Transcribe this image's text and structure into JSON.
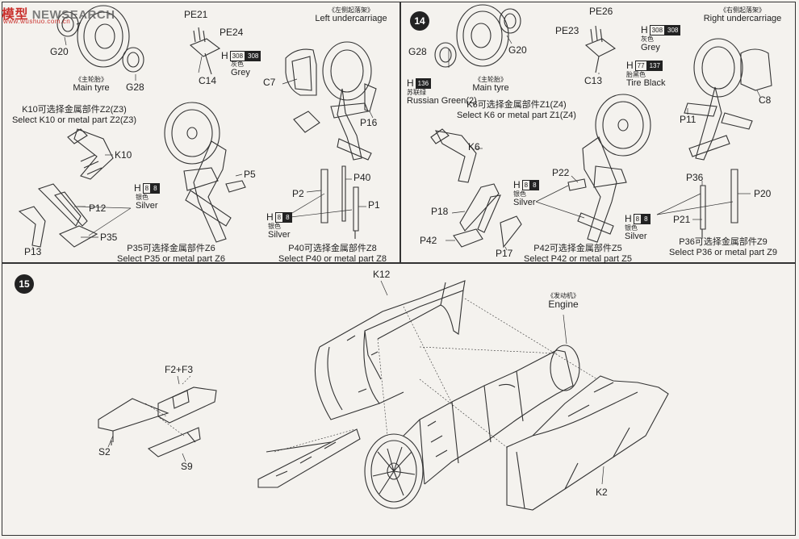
{
  "watermark": {
    "cn": "模型",
    "en": "NEWSEARCH",
    "sub": "www.wushuo.com.cn"
  },
  "step14": {
    "number": "14"
  },
  "step15": {
    "number": "15"
  },
  "left_panel": {
    "title_cn": "《左侧起落架》",
    "title_en": "Left undercarriage",
    "parts": {
      "pe21": "PE21",
      "pe24": "PE24",
      "c14": "C14",
      "g20": "G20",
      "g28": "G28",
      "c7": "C7",
      "p16": "P16",
      "k10": "K10",
      "p5": "P5",
      "p12": "P12",
      "p13": "P13",
      "p35": "P35",
      "p2": "P2",
      "p40": "P40",
      "p1": "P1"
    },
    "main_tyre_cn": "《主轮胎》",
    "main_tyre_en": "Main tyre",
    "paint_grey": {
      "h": "H",
      "codes": [
        "308",
        "308"
      ],
      "cn": "灰色",
      "en": "Grey"
    },
    "paint_silver_a": {
      "h": "H",
      "codes": [
        "8",
        "8"
      ],
      "cn": "银色",
      "en": "Silver"
    },
    "paint_silver_b": {
      "h": "H",
      "codes": [
        "8",
        "8"
      ],
      "cn": "银色",
      "en": "Silver"
    },
    "note_k10_cn": "K10可选择金属部件Z2(Z3)",
    "note_k10_en": "Select K10 or metal part Z2(Z3)",
    "note_p35_cn": "P35可选择金属部件Z6",
    "note_p35_en": "Select P35 or metal part Z6",
    "note_p40_cn": "P40可选择金属部件Z8",
    "note_p40_en": "Select P40 or metal part Z8"
  },
  "right_panel": {
    "title_cn": "《右侧起落架》",
    "title_en": "Right undercarriage",
    "parts": {
      "pe26": "PE26",
      "pe23": "PE23",
      "c13": "C13",
      "g28": "G28",
      "g20": "G20",
      "c8": "C8",
      "p11": "P11",
      "k6": "K6",
      "p22": "P22",
      "p18": "P18",
      "p42": "P42",
      "p17": "P17",
      "p36": "P36",
      "p20": "P20",
      "p21": "P21"
    },
    "main_tyre_cn": "《主轮胎》",
    "main_tyre_en": "Main tyre",
    "paint_green": {
      "h": "H",
      "codes": [
        "136"
      ],
      "cn": "苏联绿",
      "en": "Russian Green(2)"
    },
    "paint_grey": {
      "h": "H",
      "codes": [
        "308",
        "308"
      ],
      "cn": "灰色",
      "en": "Grey"
    },
    "paint_black": {
      "h": "H",
      "codes": [
        "77",
        "137"
      ],
      "cn": "胎黑色",
      "en": "Tire Black"
    },
    "paint_silver_a": {
      "h": "H",
      "codes": [
        "8",
        "8"
      ],
      "cn": "银色",
      "en": "Silver"
    },
    "paint_silver_b": {
      "h": "H",
      "codes": [
        "8",
        "8"
      ],
      "cn": "银色",
      "en": "Silver"
    },
    "note_k6_cn": "K6可选择金属部件Z1(Z4)",
    "note_k6_en": "Select K6 or metal part Z1(Z4)",
    "note_p42_cn": "P42可选择金属部件Z5",
    "note_p42_en": "Select P42 or metal part Z5",
    "note_p36_cn": "P36可选择金属部件Z9",
    "note_p36_en": "Select P36 or metal part Z9"
  },
  "bottom_panel": {
    "parts": {
      "k12": "K12",
      "k2": "K2",
      "f2f3": "F2+F3",
      "s2": "S2",
      "s9": "S9"
    },
    "engine_cn": "《发动机》",
    "engine_en": "Engine"
  }
}
